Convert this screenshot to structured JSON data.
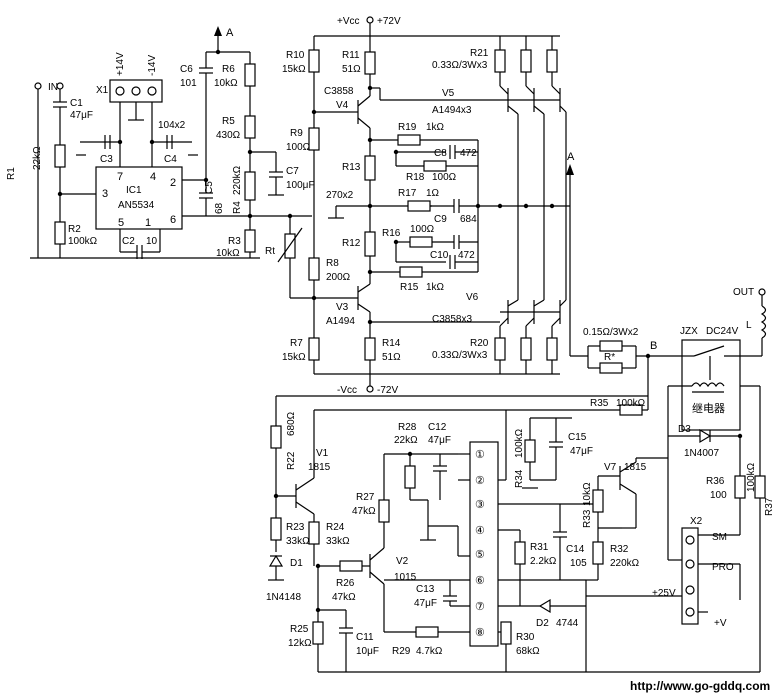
{
  "title": "",
  "terminals": {
    "in": "IN",
    "out": "OUT",
    "point_a_top": "A",
    "point_a_mid": "A",
    "point_b": "B",
    "vcc_pos": "+Vcc",
    "v_pos": "+72V",
    "vcc_neg": "-Vcc",
    "v_neg": "-72V",
    "x1": "X1",
    "p14": "+14V",
    "m14": "-14V",
    "p25": "+25V",
    "v_plus": "+V"
  },
  "ic1": {
    "name": "IC1",
    "part": "AN5534",
    "pins": [
      "7",
      "4",
      "2",
      "3",
      "5",
      "1",
      "6"
    ]
  },
  "relay": {
    "jzx": "JZX",
    "coil_v": "DC24V",
    "name": "继电器",
    "l": "L"
  },
  "x2": {
    "name": "X2",
    "sm": "SM",
    "pro": "PRO"
  },
  "module_pins": [
    "①",
    "②",
    "③",
    "④",
    "⑤",
    "⑥",
    "⑦",
    "⑧"
  ],
  "parts": {
    "c1": "C1",
    "c1v": "47μF",
    "r1": "R1",
    "r1v": "22kΩ",
    "r2": "R2",
    "r2v": "100kΩ",
    "c3": "C3",
    "c4": "C4",
    "c34v": "104x2",
    "c2": "C2",
    "c2v": "10",
    "c5": "C5",
    "c5v": "68",
    "c6": "C6",
    "c6v": "101",
    "r6": "R6",
    "r6v": "10kΩ",
    "r5": "R5",
    "r5v": "430Ω",
    "r4": "R4",
    "r4v": "220kΩ",
    "r3": "R3",
    "r3v": "10kΩ",
    "c7": "C7",
    "c7v": "100μF",
    "rt": "Rt",
    "r10": "R10",
    "r10v": "15kΩ",
    "r11": "R11",
    "r11v": "51Ω",
    "r21": "R21",
    "r21v": "0.33Ω/3Wx3",
    "c3858": "C3858",
    "v4": "V4",
    "v5": "V5",
    "a1494x3": "A1494x3",
    "r9": "R9",
    "r9v": "100Ω",
    "r19": "R19",
    "r19v": "1kΩ",
    "c8": "C8",
    "c8v": "472",
    "r13": "R13",
    "r18": "R18",
    "r18v": "100Ω",
    "c270": "270x2",
    "r17": "R17",
    "r17v": "1Ω",
    "c9": "C9",
    "c9v": "684",
    "r12": "R12",
    "r16": "R16",
    "r16v": "100Ω",
    "c10": "C10",
    "c10v": "472",
    "r15": "R15",
    "r15v": "1kΩ",
    "r8": "R8",
    "r8v": "200Ω",
    "v3": "V3",
    "a1494": "A1494",
    "v6": "V6",
    "c3858x3": "C3858x3",
    "r7": "R7",
    "r7v": "15kΩ",
    "r14": "R14",
    "r14v": "51Ω",
    "r20": "R20",
    "r20v": "0.33Ω/3Wx3",
    "r015": "0.15Ω/3Wx2",
    "rstar": "R*",
    "r22": "R22",
    "r22v": "680Ω",
    "v1": "V1",
    "v1p": "1815",
    "r23": "R23",
    "r23v": "33kΩ",
    "r24": "R24",
    "r24v": "33kΩ",
    "d1": "D1",
    "d1p": "1N4148",
    "r28": "R28",
    "r28v": "22kΩ",
    "c12": "C12",
    "c12v": "47μF",
    "r27": "R27",
    "r27v": "47kΩ",
    "v2": "V2",
    "v2p": "1015",
    "r26": "R26",
    "r26v": "47kΩ",
    "c13": "C13",
    "c13v": "47μF",
    "r25": "R25",
    "r25v": "12kΩ",
    "c11": "C11",
    "c11v": "10μF",
    "r29": "R29",
    "r29v": "4.7kΩ",
    "r35": "R35",
    "r35v": "100kΩ",
    "r34": "R34",
    "r34v": "100kΩ",
    "c15": "C15",
    "c15v": "47μF",
    "v7": "V7",
    "v7p": "1815",
    "r33": "R33",
    "r33v": "10kΩ",
    "c14": "C14",
    "c14v": "105",
    "r31": "R31",
    "r31v": "2.2kΩ",
    "r32": "R32",
    "r32v": "220kΩ",
    "d2": "D2",
    "d2p": "4744",
    "r30": "R30",
    "r30v": "68kΩ",
    "d3": "D3",
    "d3p": "1N4007",
    "r36": "R36",
    "r36v": "100",
    "r37": "R37",
    "r37v": "100kΩ"
  },
  "watermark": "http://www.go-gddq.com"
}
